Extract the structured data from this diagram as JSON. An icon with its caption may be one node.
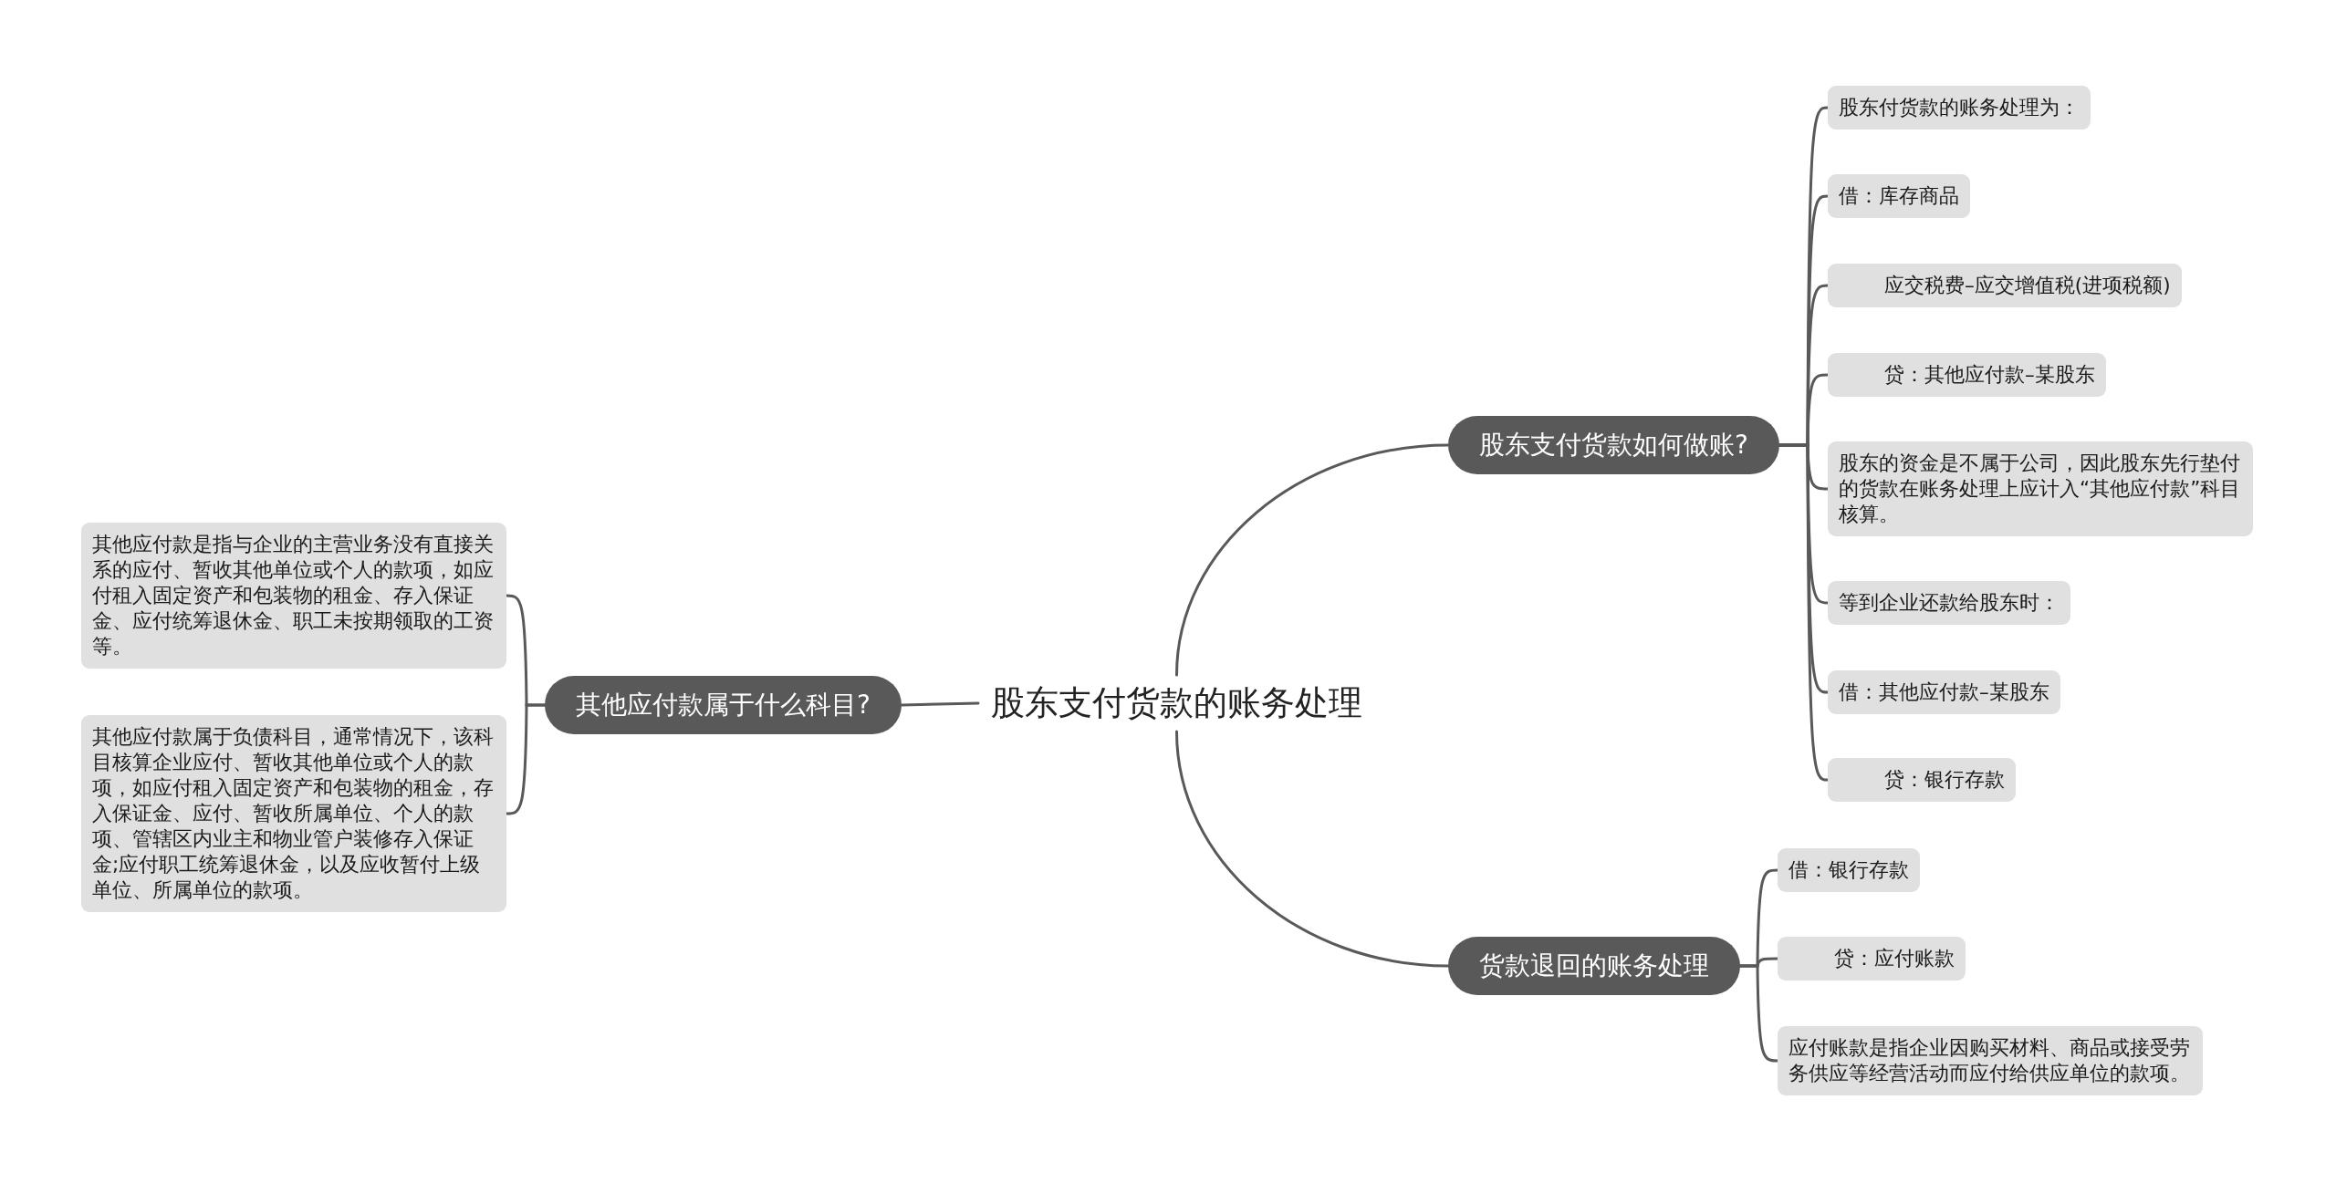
{
  "diagram": {
    "nodes": [
      {
        "text": [
          "股东支付货款的账务处理"
        ]
      },
      {
        "text": [
          "股东支付货款如何做账?"
        ]
      },
      {
        "text": [
          "股东付货款的账务处理为："
        ]
      },
      {
        "text": [
          "借：库存商品"
        ]
      },
      {
        "text": [
          "应交税费–应交增值税(进项税额)"
        ]
      },
      {
        "text": [
          "贷：其他应付款–某股东"
        ]
      },
      {
        "text": [
          "股东的资金是不属于公司，因此股东先行垫付的货款在账务处理上应计入“其他应付款”科目核算。"
        ]
      },
      {
        "text": [
          "等到企业还款给股东时："
        ]
      },
      {
        "text": [
          "借：其他应付款–某股东"
        ]
      },
      {
        "text": [
          "贷：银行存款"
        ]
      },
      {
        "text": [
          "货款退回的账务处理"
        ]
      },
      {
        "text": [
          "借：银行存款"
        ]
      },
      {
        "text": [
          "贷：应付账款"
        ]
      },
      {
        "text": [
          "应付账款是指企业因购买材料、商品或接受劳务供应等经营活动而应付给供应单位的款项。"
        ]
      },
      {
        "text": [
          "其他应付款属于什么科目?"
        ]
      },
      {
        "text": [
          "其他应付款是指与企业的主营业务没有直接关系的应付、暂收其他单位或个人的款项，如应付租入固定资产和包装物的租金、存入保证金、应付统筹退休金、职工未按期领取的工资等。"
        ]
      },
      {
        "text": [
          "其他应付款属于负债科目，通常情况下，该科目核算企业应付、暂收其他单位或个人的款项，如应付租入固定资产和包装物的租金，存入保证金、应付、暂收所属单位、个人的款项、管辖区内业主和物业管户装修存入保证金;应付职工统筹退休金，以及应收暂付上级单位、所属单位的款项。"
        ]
      }
    ],
    "edges": [
      {
        "from": 0,
        "to": 1,
        "arrow": "none"
      },
      {
        "from": 1,
        "to": 2,
        "arrow": "none"
      },
      {
        "from": 1,
        "to": 3,
        "arrow": "none"
      },
      {
        "from": 1,
        "to": 4,
        "arrow": "none"
      },
      {
        "from": 1,
        "to": 5,
        "arrow": "none"
      },
      {
        "from": 1,
        "to": 6,
        "arrow": "none"
      },
      {
        "from": 1,
        "to": 7,
        "arrow": "none"
      },
      {
        "from": 1,
        "to": 8,
        "arrow": "none"
      },
      {
        "from": 1,
        "to": 9,
        "arrow": "none"
      },
      {
        "from": 0,
        "to": 10,
        "arrow": "none"
      },
      {
        "from": 10,
        "to": 11,
        "arrow": "none"
      },
      {
        "from": 10,
        "to": 12,
        "arrow": "none"
      },
      {
        "from": 10,
        "to": 13,
        "arrow": "none"
      },
      {
        "from": 0,
        "to": 14,
        "arrow": "none"
      },
      {
        "from": 14,
        "to": 15,
        "arrow": "none"
      },
      {
        "from": 14,
        "to": 16,
        "arrow": "none"
      }
    ]
  }
}
